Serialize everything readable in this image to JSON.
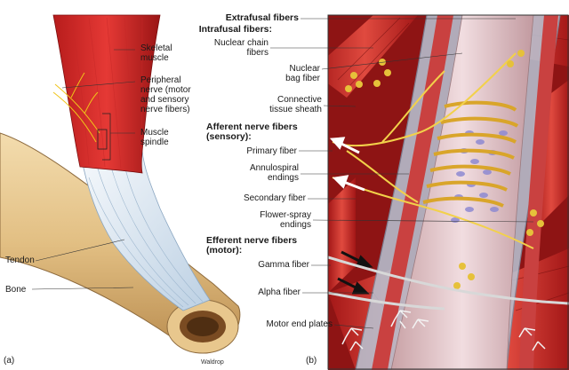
{
  "left_labels": {
    "skeletal_muscle": [
      "Skeletal",
      "muscle"
    ],
    "peripheral_nerve": [
      "Peripheral",
      "nerve (motor",
      "and sensory",
      "nerve fibers)"
    ],
    "muscle_spindle": [
      "Muscle",
      "spindle"
    ],
    "tendon": "Tendon",
    "bone": "Bone"
  },
  "right_labels": {
    "extrafusal_fibers": "Extrafusal fibers",
    "intrafusal_fibers": "Intrafusal fibers:",
    "nuclear_chain_fibers": [
      "Nuclear chain",
      "fibers"
    ],
    "nuclear_bag_fiber": [
      "Nuclear",
      "bag fiber"
    ],
    "connective_tissue_sheath": [
      "Connective",
      "tissue sheath"
    ],
    "afferent_heading": [
      "Afferent nerve fibers",
      "(sensory):"
    ],
    "primary_fiber": "Primary fiber",
    "annulospiral_endings": [
      "Annulospiral",
      "endings"
    ],
    "secondary_fiber": "Secondary fiber",
    "flower_spray_endings": [
      "Flower-spray",
      "endings"
    ],
    "efferent_heading": [
      "Efferent nerve fibers",
      "(motor):"
    ],
    "gamma_fiber": "Gamma fiber",
    "alpha_fiber": "Alpha fiber",
    "motor_end_plates": "Motor end plates"
  },
  "panels": {
    "a": "(a)",
    "b": "(b)"
  },
  "credit": "Waldrop"
}
